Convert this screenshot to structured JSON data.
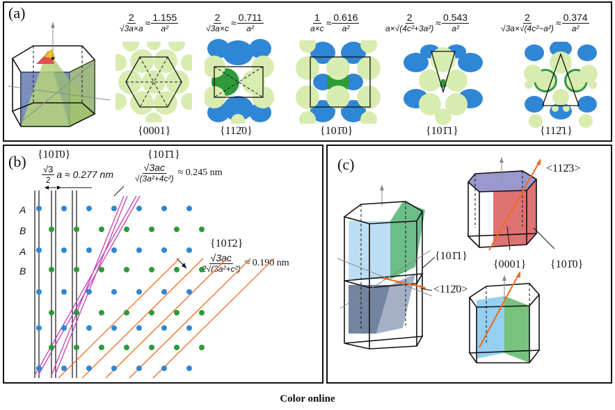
{
  "panel_a": {
    "label": "(a)",
    "formulas": [
      {
        "num": "2",
        "den": "√3a×a",
        "approx": "≈",
        "val_num": "1.155",
        "val_den": "a²"
      },
      {
        "num": "2",
        "den": "√3a×c",
        "approx": "≈",
        "val_num": "0.711",
        "val_den": "a²"
      },
      {
        "num": "1",
        "den": "a×c",
        "approx": "≈",
        "val_num": "0.616",
        "val_den": "a²"
      },
      {
        "num": "2",
        "den": "a×√(4c²+3a²)",
        "approx": "≈",
        "val_num": "0.543",
        "val_den": "a²"
      },
      {
        "num": "2",
        "den": "√3a×√(4c²−a²)",
        "approx": "≈",
        "val_num": "0.374",
        "val_den": "a²"
      }
    ],
    "planes": [
      "{0001}",
      "{112̄0}",
      "{101̄0}",
      "{101̄1}",
      "{112̄1}"
    ]
  },
  "panel_b": {
    "label": "(b)",
    "row_labels": [
      "A",
      "B",
      "A",
      "B"
    ],
    "plane_1010": "{101̄0}",
    "expr_1010_num": "√3",
    "expr_1010_den": "2",
    "expr_1010_rest": "a ≈ 0.277 nm",
    "plane_1011": "{101̄1}",
    "expr_1011_num": "√3ac",
    "expr_1011_den": "√(3a²+4c²)",
    "expr_1011_val": "≈ 0.245 nm",
    "plane_1012": "{101̄2}",
    "expr_1012_num": "√3ac",
    "expr_1012_den": "2√(3a²+c²)",
    "expr_1012_val": "≈ 0.190 nm"
  },
  "panel_c": {
    "label": "(c)",
    "plane_1011": "{101̄1}",
    "dir_1120": "<112̄0>",
    "dir_1123": "<112̄3>",
    "plane_0001": "{0001}",
    "plane_1010": "{101̄0}"
  },
  "colors": {
    "atom_light": "#d8ecb0",
    "atom_blue": "#2f86d4",
    "atom_green": "#2e9a3a",
    "pink_line": "#c040b8",
    "orange_line": "#ec6c1c"
  },
  "caption": "Color online"
}
